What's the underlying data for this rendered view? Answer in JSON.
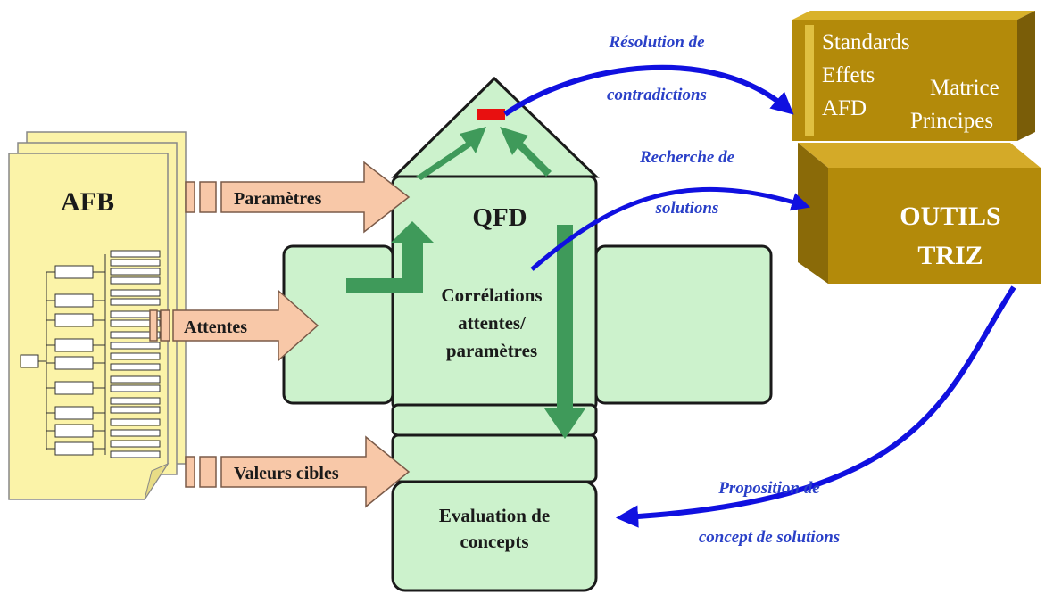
{
  "afb": {
    "title": "AFB"
  },
  "inputs": {
    "parametres": "Paramètres",
    "attentes": "Attentes",
    "valeurs_cibles": "Valeurs cibles"
  },
  "qfd": {
    "title": "QFD",
    "correlations": [
      "Corrélations",
      "attentes/",
      "paramètres"
    ],
    "evaluation": [
      "Evaluation de",
      "concepts"
    ]
  },
  "flows": {
    "resolution": [
      "Résolution de",
      "contradictions"
    ],
    "recherche": [
      "Recherche de",
      "solutions"
    ],
    "proposition": [
      "Proposition de",
      "concept de solutions"
    ]
  },
  "tools_top": {
    "standards": "Standards",
    "effets": "Effets",
    "afd": "AFD",
    "matrice": "Matrice",
    "principes": "Principes"
  },
  "tools_main": [
    "OUTILS",
    "TRIZ"
  ],
  "colors": {
    "afb_fill": "#fbf3a8",
    "qfd_fill": "#ccf2cc",
    "qfd_arrow": "#3f9a5a",
    "input_arrow": "#f8c8a8",
    "flow_arrow": "#1010e0",
    "triz_gold": "#b38a0a"
  }
}
